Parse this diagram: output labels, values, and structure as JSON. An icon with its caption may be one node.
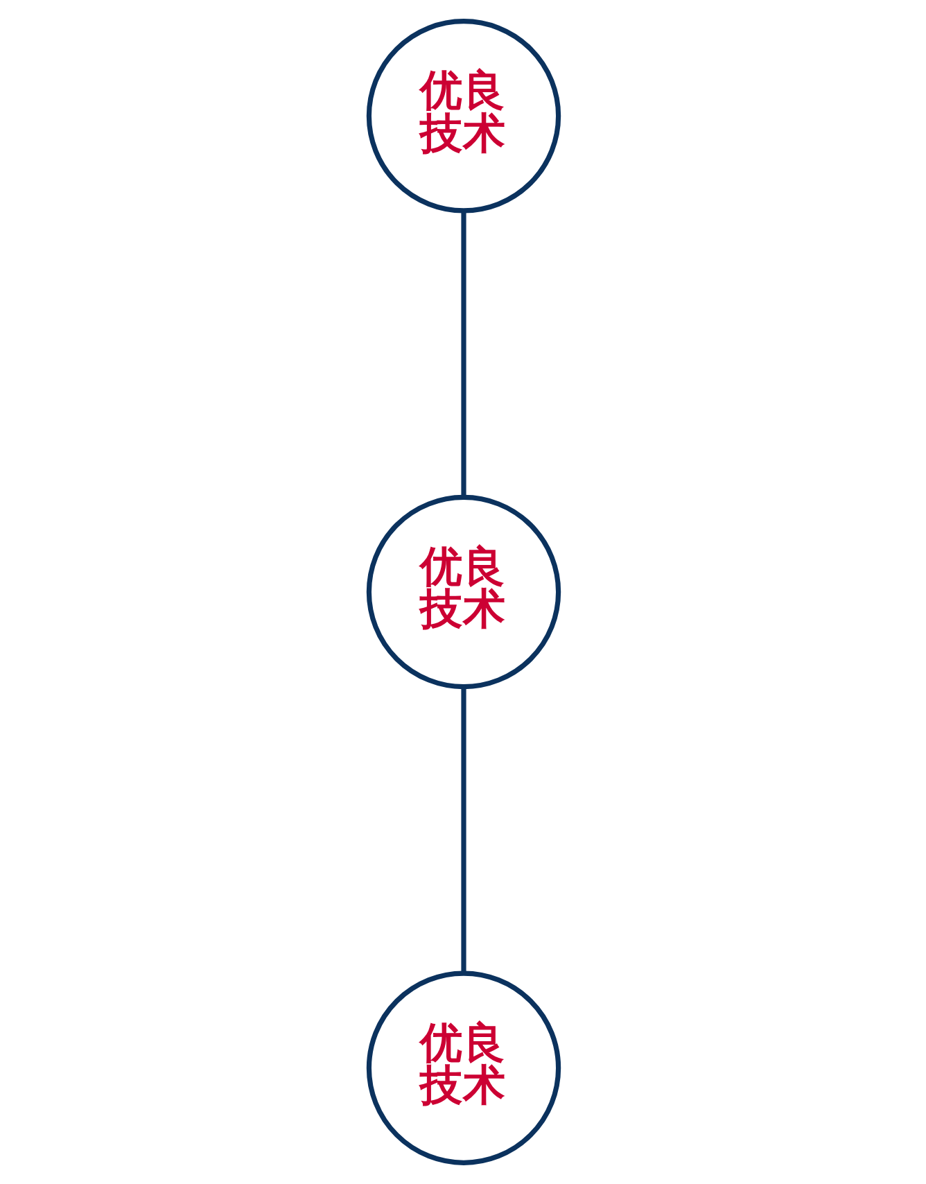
{
  "diagram": {
    "nodes": [
      {
        "text": [
          "优良技术"
        ]
      },
      {
        "text": [
          "优良技术"
        ]
      },
      {
        "text": [
          "优良技术"
        ]
      }
    ],
    "edges": [
      {
        "from": 0,
        "to": 1,
        "arrow": "none"
      },
      {
        "from": 1,
        "to": 2,
        "arrow": "none"
      }
    ]
  }
}
